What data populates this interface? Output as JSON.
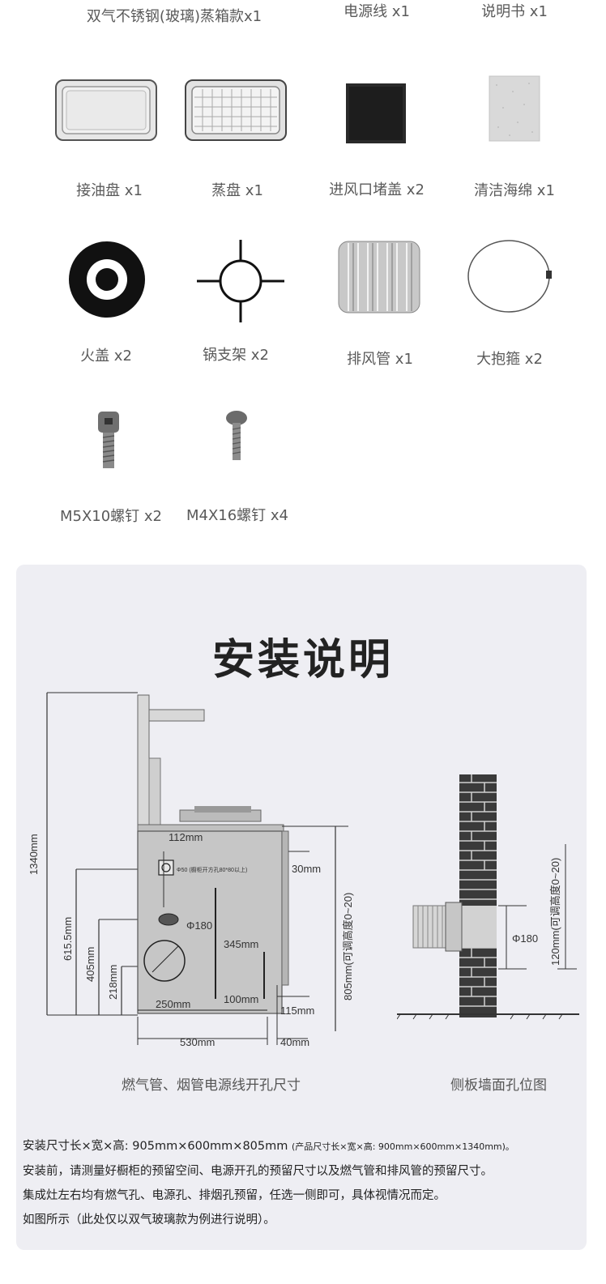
{
  "accessories": {
    "row1": [
      {
        "label": "双气不锈钢(玻璃)蒸箱款x1"
      },
      {
        "label": "电源线 x1"
      },
      {
        "label": "说明书 x1"
      }
    ],
    "row2": [
      {
        "label": "接油盘 x1",
        "icon": "oil-tray-icon"
      },
      {
        "label": "蒸盘 x1",
        "icon": "steam-tray-icon"
      },
      {
        "label": "进风口堵盖 x2",
        "icon": "inlet-cover-icon"
      },
      {
        "label": "清洁海绵 x1",
        "icon": "cleaning-sponge-icon"
      }
    ],
    "row3": [
      {
        "label": "火盖 x2",
        "icon": "burner-cap-icon"
      },
      {
        "label": "锅支架 x2",
        "icon": "pot-support-icon"
      },
      {
        "label": "排风管 x1",
        "icon": "exhaust-pipe-icon"
      },
      {
        "label": "大抱箍 x2",
        "icon": "pipe-clamp-icon"
      }
    ],
    "row4": [
      {
        "label": "M5X10螺钉 x2",
        "icon": "m5-screw-icon"
      },
      {
        "label": "M4X16螺钉 x4",
        "icon": "m4-screw-icon"
      }
    ]
  },
  "install": {
    "title": "安装说明",
    "dims": {
      "d1340": "1340mm",
      "d615": "615.5mm",
      "d405": "405mm",
      "d218": "218mm",
      "d112": "112mm",
      "d30": "30mm",
      "phi50": "Φ50 (橱柜开方孔80*80以上)",
      "phi180": "Φ180",
      "d345": "345mm",
      "d250": "250mm",
      "d100": "100mm",
      "d115": "115mm",
      "d530": "530mm",
      "d40": "40mm",
      "d805": "805mm(可调高度0~20)",
      "side_phi": "Φ180",
      "side_h": "120mm(可调高度0~20)"
    },
    "caption_left": "燃气管、烟管电源线开孔尺寸",
    "caption_right": "侧板墙面孔位图",
    "notes": {
      "line1_main": "安装尺寸长×宽×高: 905mm×600mm×805mm",
      "line1_small": "(产品尺寸长×宽×高: 900mm×600mm×1340mm)。",
      "line2": "安装前，请测量好橱柜的预留空间、电源开孔的预留尺寸以及燃气管和排风管的预留尺寸。",
      "line3": "集成灶左右均有燃气孔、电源孔、排烟孔预留，任选一侧即可，具体视情况而定。",
      "line4": "如图所示（此处仅以双气玻璃款为例进行说明）。"
    }
  },
  "colors": {
    "panel_bg": "#eeeef3",
    "title": "#222222",
    "label": "#5a5a5a"
  }
}
